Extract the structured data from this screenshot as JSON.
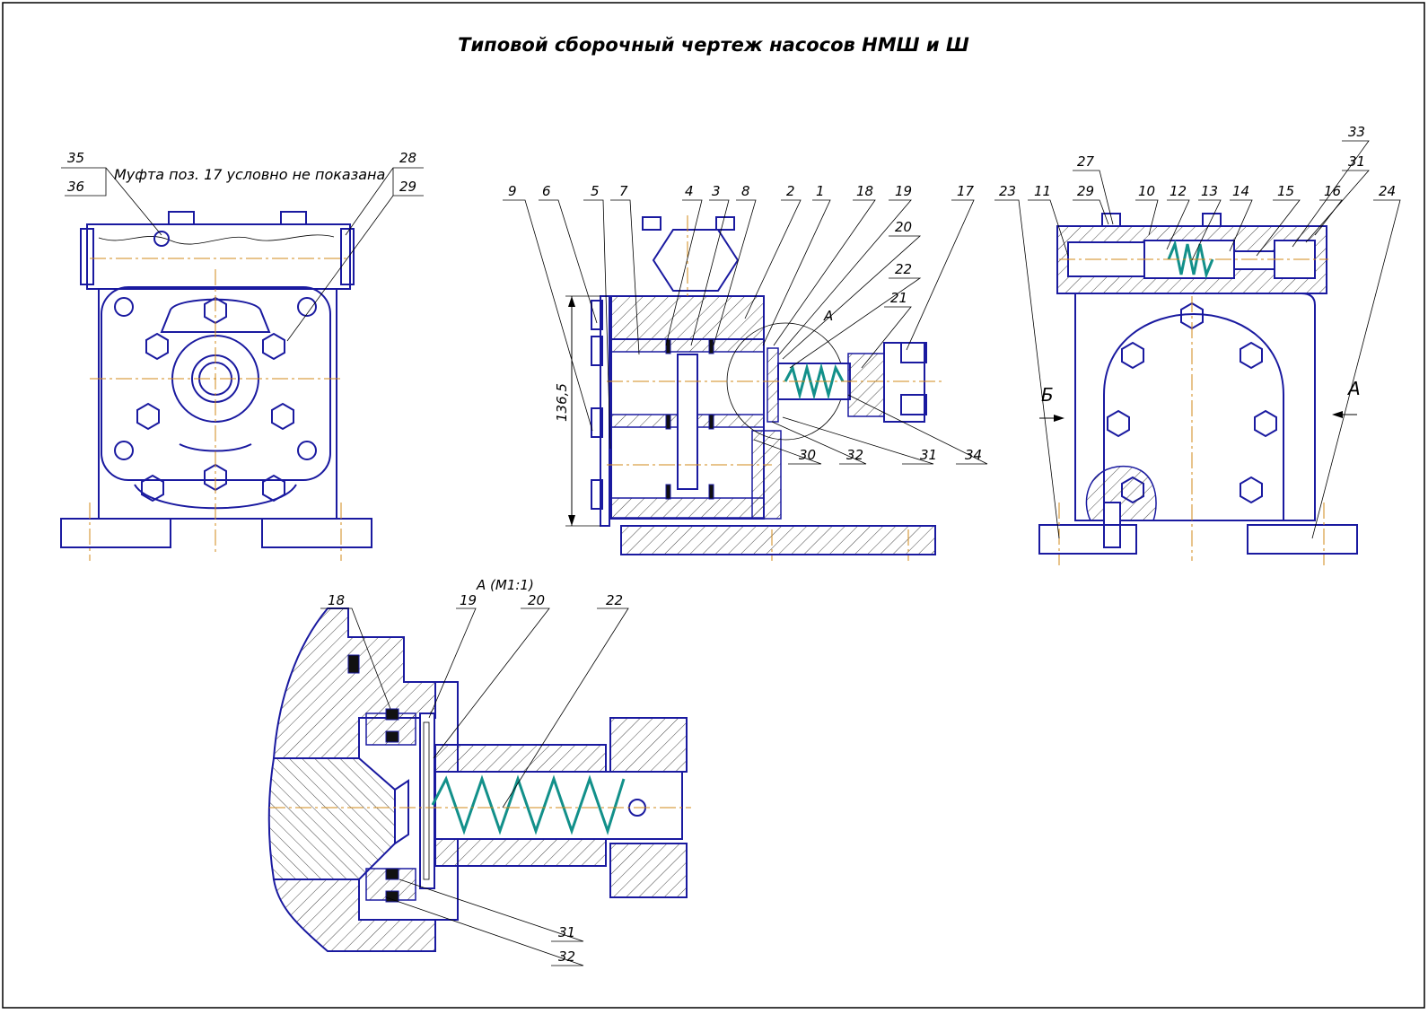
{
  "title": "Типовой сборочный чертеж насосов НМШ и Ш",
  "note": "Муфта поз. 17 условно не показана",
  "dimension": "136,5",
  "section_title": "А  (М1:1)",
  "view_arrows": {
    "b": "Б",
    "a": "А",
    "a_circle": "А"
  },
  "colors": {
    "line": "#1a1aa0",
    "spring": "#12908a",
    "centerline": "#d08a1a"
  },
  "left_view": {
    "labels": [
      "35",
      "36",
      "28",
      "29"
    ]
  },
  "middle_view": {
    "labels": [
      "9",
      "6",
      "5",
      "7",
      "4",
      "3",
      "8",
      "2",
      "1",
      "18",
      "19",
      "20",
      "22",
      "21",
      "17",
      "30",
      "32",
      "31",
      "34"
    ]
  },
  "right_view": {
    "labels": [
      "33",
      "31",
      "27",
      "23",
      "11",
      "29",
      "10",
      "12",
      "13",
      "14",
      "15",
      "16",
      "24"
    ]
  },
  "detail_view": {
    "labels": [
      "18",
      "19",
      "20",
      "22",
      "31",
      "32"
    ]
  }
}
